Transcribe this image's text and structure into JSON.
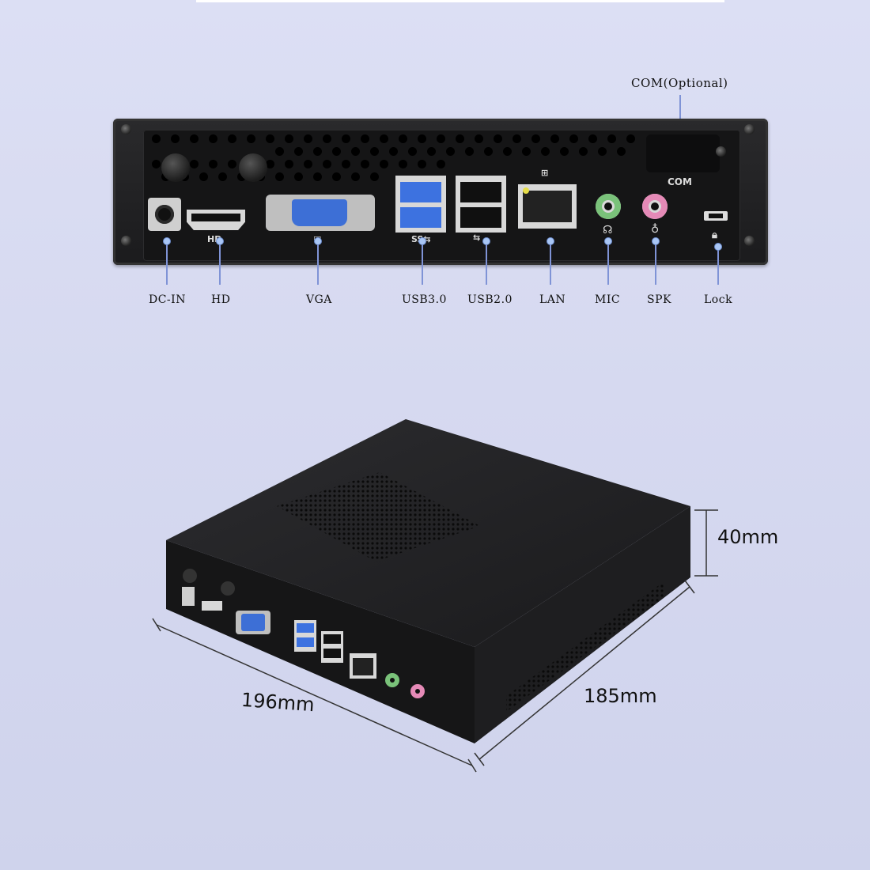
{
  "callout_top": "COM(Optional)",
  "com_text": "COM",
  "ports": [
    {
      "key": "dc",
      "label": "DC-IN"
    },
    {
      "key": "hd",
      "label": "HD"
    },
    {
      "key": "vga",
      "label": "VGA"
    },
    {
      "key": "usb3",
      "label": "USB3.0"
    },
    {
      "key": "usb2",
      "label": "USB2.0"
    },
    {
      "key": "lan",
      "label": "LAN"
    },
    {
      "key": "mic",
      "label": "MIC"
    },
    {
      "key": "spk",
      "label": "SPK"
    },
    {
      "key": "lock",
      "label": "Lock"
    }
  ],
  "dimensions": {
    "height": "40mm",
    "width": "196mm",
    "depth": "185mm"
  },
  "colors": {
    "usb3_blue": "#3d72e0",
    "vga_blue": "#3d6fd6",
    "mic_green": "#7ac27a",
    "spk_pink": "#e58ab7"
  }
}
